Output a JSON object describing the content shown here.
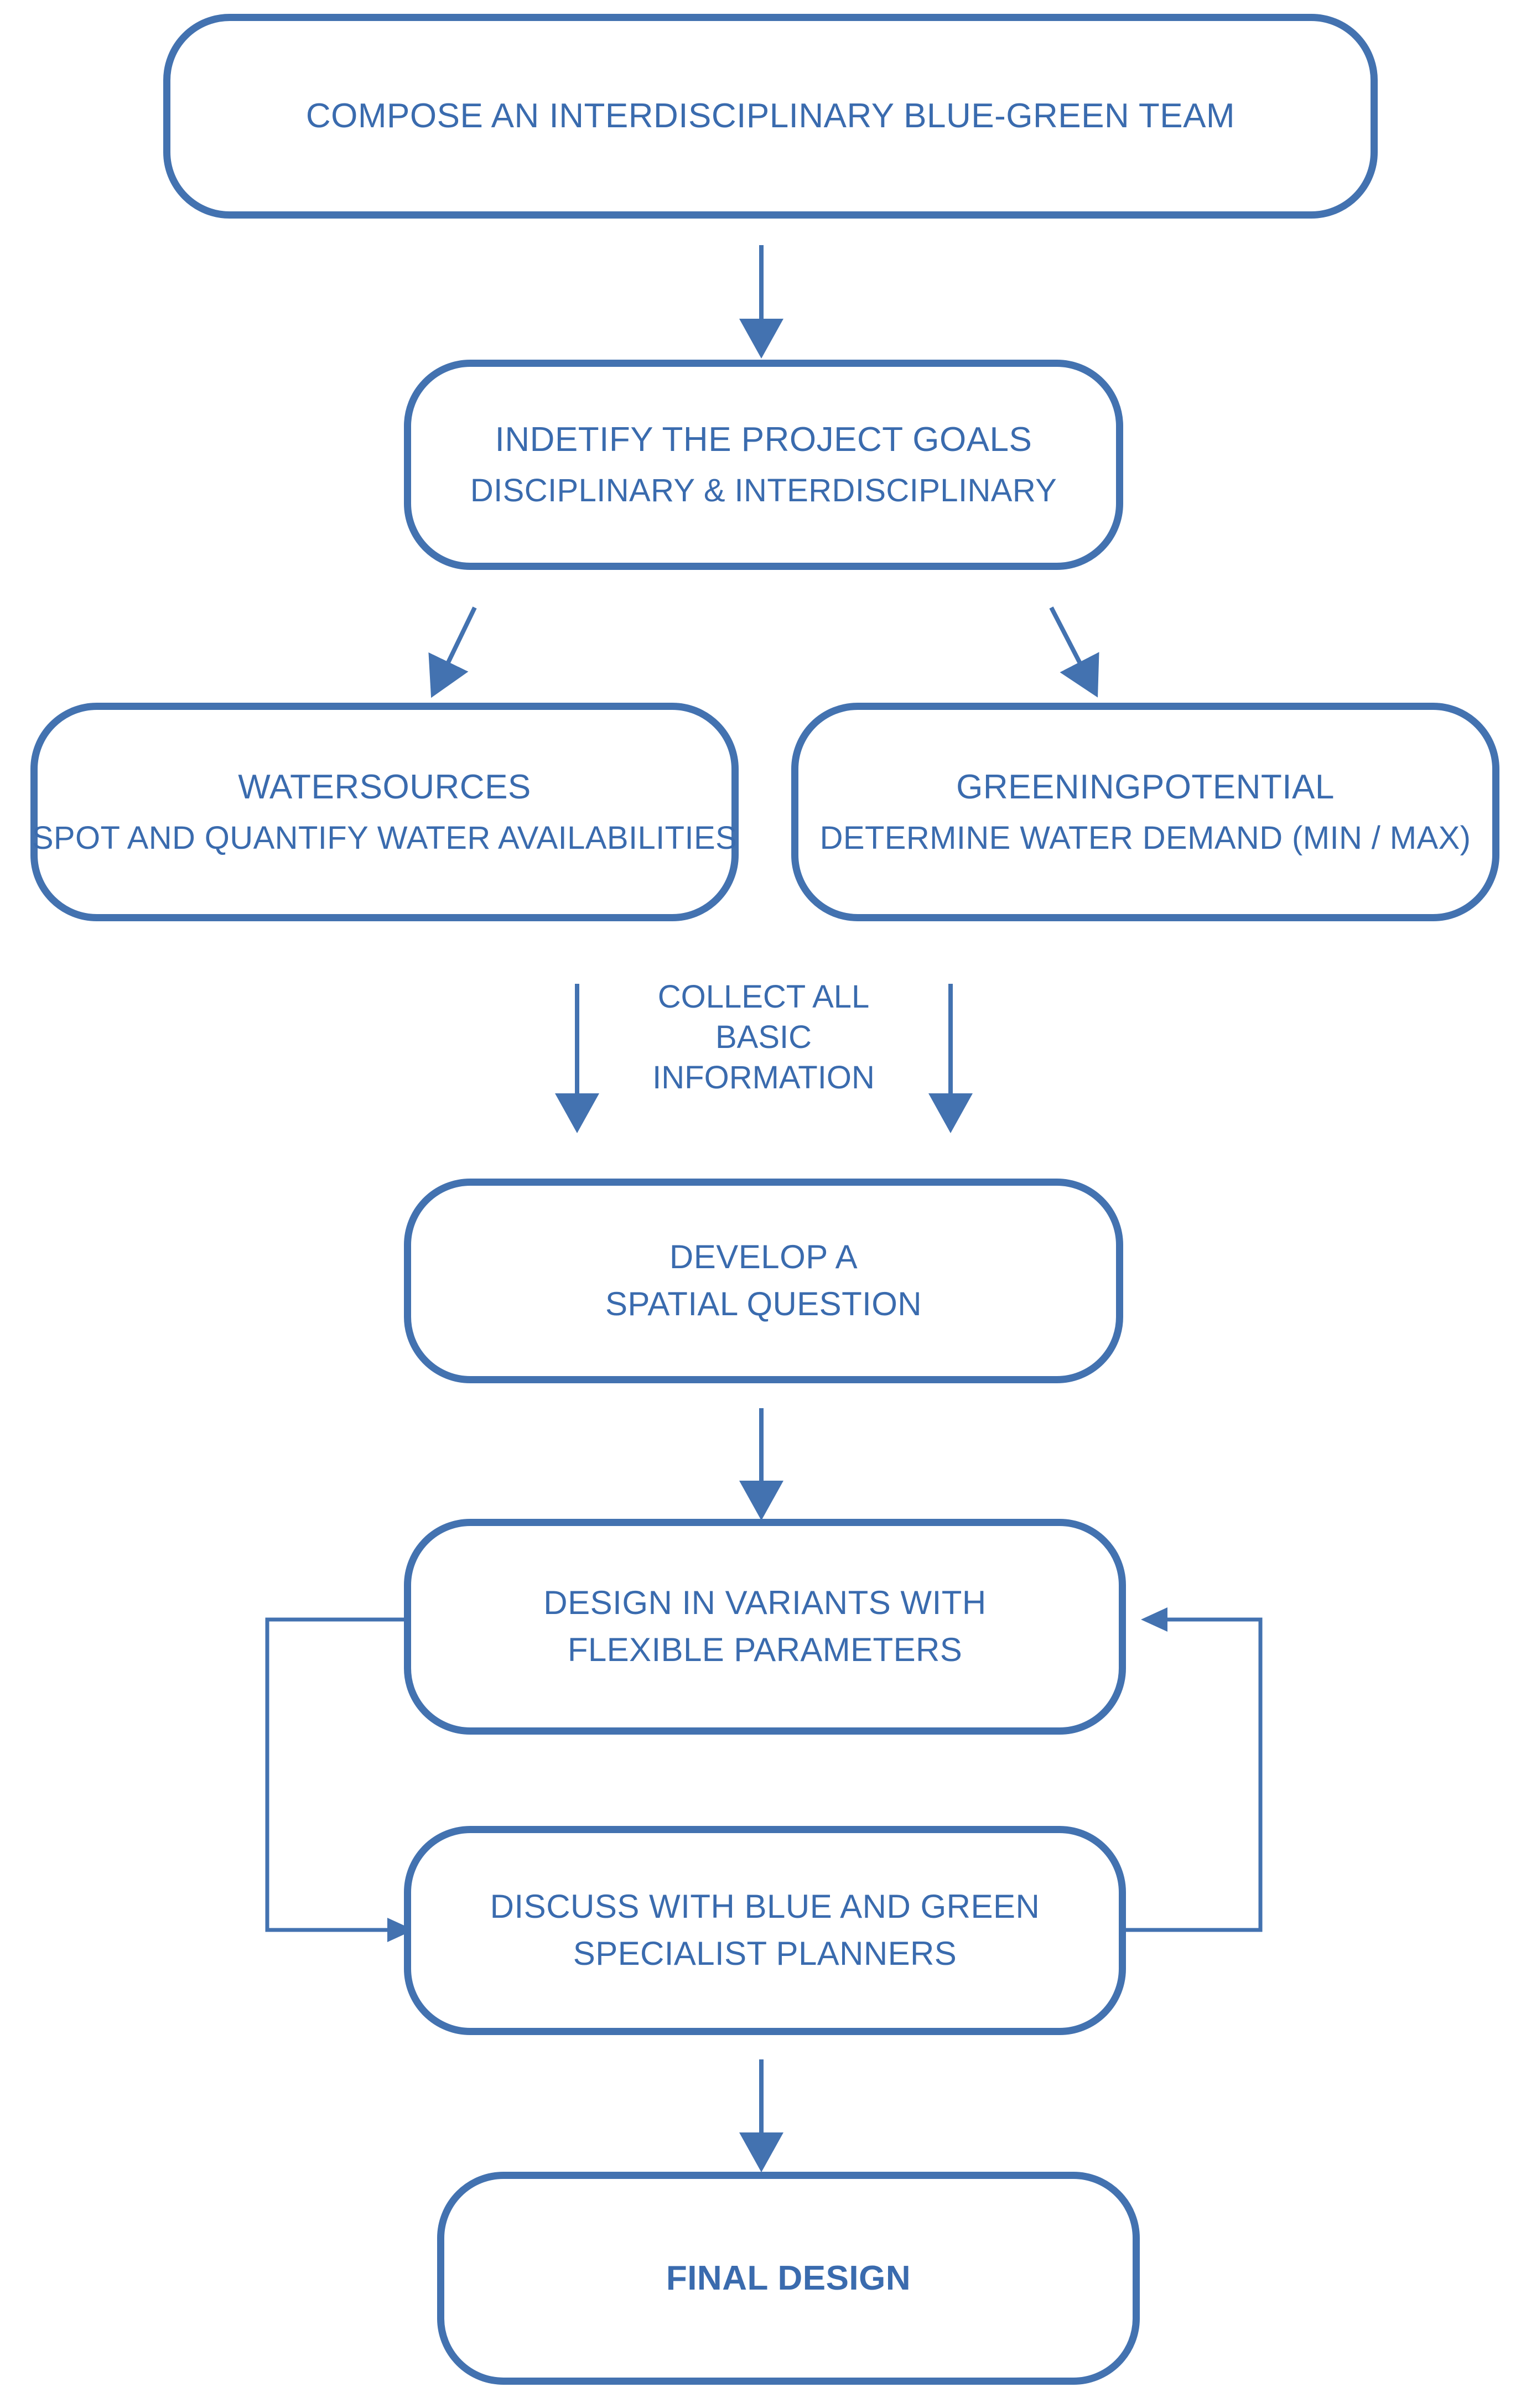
{
  "diagram": {
    "type": "flowchart",
    "accent_color": "#4372B0",
    "text_color": "#3A6BAE",
    "background": "#ffffff",
    "nodes": [
      {
        "id": "compose-team",
        "title": "COMPOSE AN INTERDISCIPLINARY BLUE-GREEN TEAM",
        "subtitle": ""
      },
      {
        "id": "project-goals",
        "title": "INDETIFY THE PROJECT GOALS",
        "subtitle": "DISCIPLINARY & INTERDISCIPLINARY"
      },
      {
        "id": "watersources",
        "title": "WATERSOURCES",
        "subtitle": "SPOT AND QUANTIFY WATER AVAILABILITIES"
      },
      {
        "id": "greeningpotential",
        "title": "GREENINGPOTENTIAL",
        "subtitle": "DETERMINE WATER DEMAND (MIN / MAX)"
      },
      {
        "id": "spatial-question",
        "title": "DEVELOP A",
        "subtitle": "SPATIAL QUESTION"
      },
      {
        "id": "design-variants",
        "title": "DESIGN IN VARIANTS WITH",
        "subtitle": "FLEXIBLE PARAMETERS"
      },
      {
        "id": "discuss-planners",
        "title": "DISCUSS WITH BLUE AND GREEN",
        "subtitle": "SPECIALIST PLANNERS"
      },
      {
        "id": "final-design",
        "title": "FINAL DESIGN",
        "subtitle": ""
      }
    ],
    "labels": {
      "collect_line1": "COLLECT ALL",
      "collect_line2": "BASIC",
      "collect_line3": "INFORMATION"
    }
  }
}
